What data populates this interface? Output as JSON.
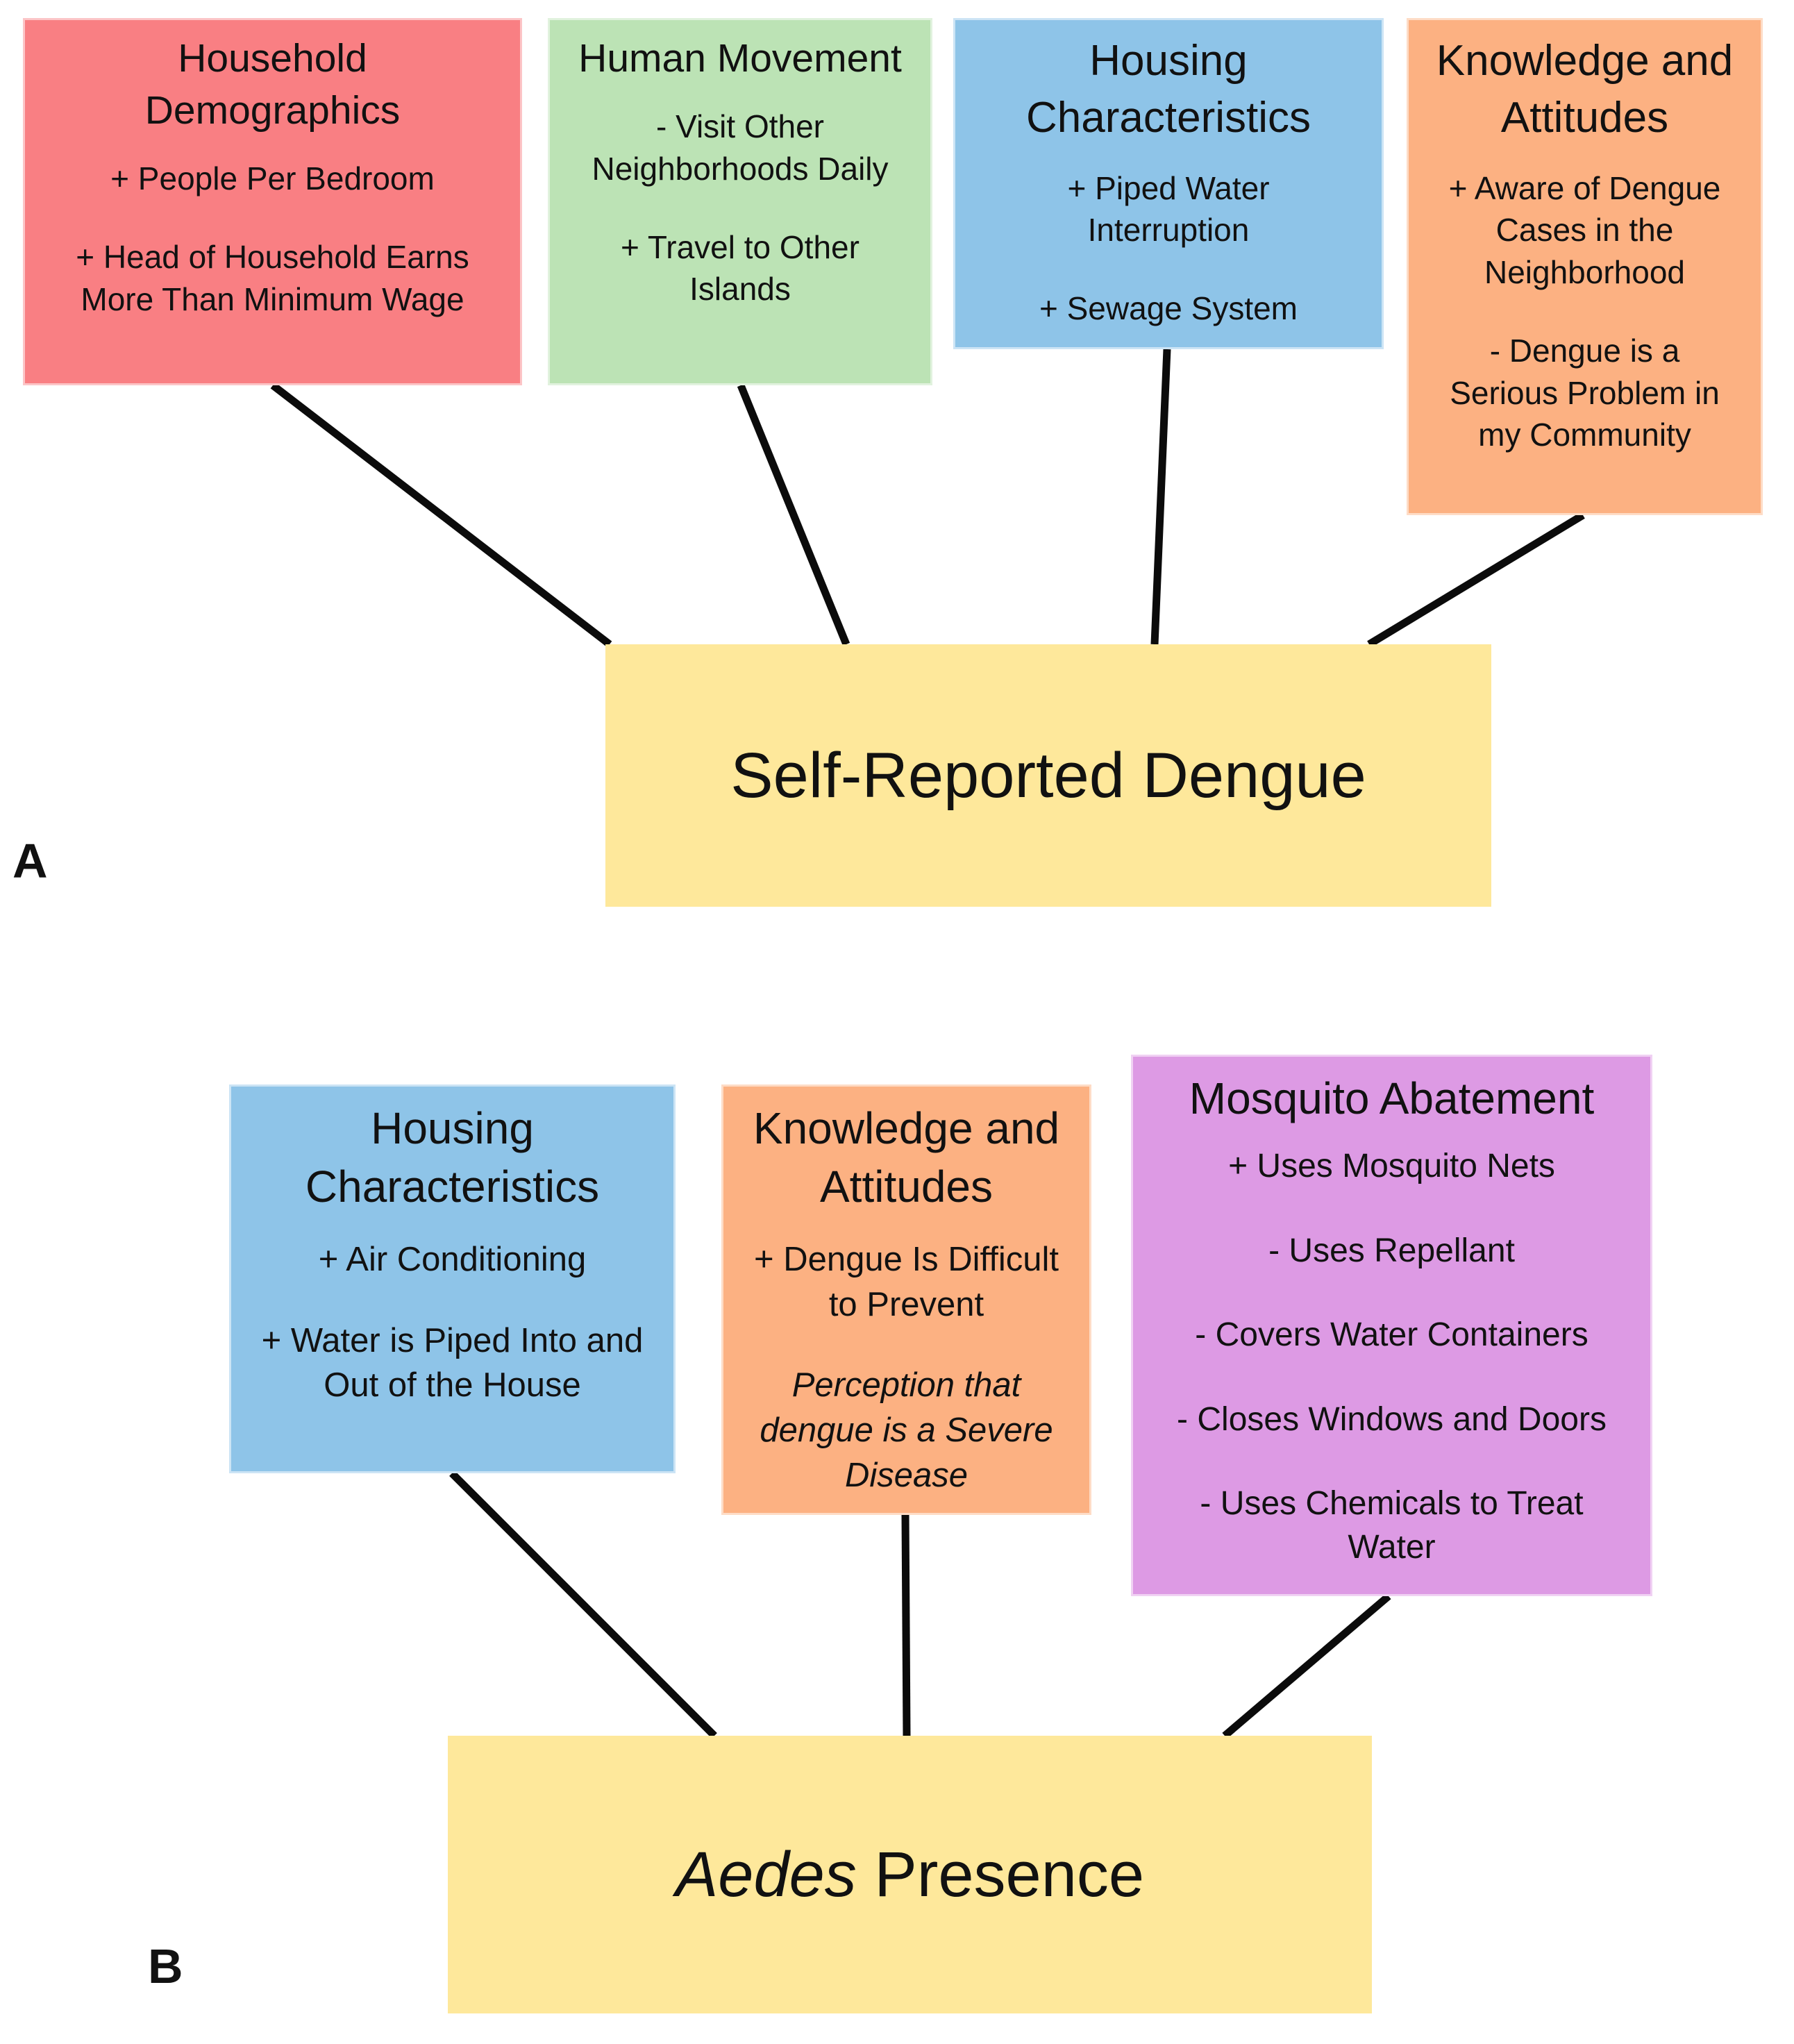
{
  "panel_a": {
    "label": "A",
    "outcome": "Self-Reported Dengue",
    "boxes": [
      {
        "title": "Household\nDemographics",
        "color": "#f97f83",
        "items": [
          "+ People Per Bedroom",
          "+ Head of Household Earns\nMore Than Minimum Wage"
        ]
      },
      {
        "title": "Human Movement",
        "color": "#bce3b5",
        "items": [
          "- Visit Other\nNeighborhoods Daily",
          "+ Travel to Other\nIslands"
        ]
      },
      {
        "title": "Housing\nCharacteristics",
        "color": "#8ec4e8",
        "items": [
          "+ Piped Water\nInterruption",
          "+ Sewage System"
        ]
      },
      {
        "title": "Knowledge and\nAttitudes",
        "color": "#fcb182",
        "items": [
          "+ Aware of Dengue\nCases in the\nNeighborhood",
          "- Dengue is a\nSerious Problem in\nmy Community"
        ]
      }
    ]
  },
  "panel_b": {
    "label": "B",
    "outcome_italic": "Aedes",
    "outcome_rest": " Presence",
    "boxes": [
      {
        "title": "Housing\nCharacteristics",
        "color": "#8ec4e8",
        "items": [
          "+ Air Conditioning",
          "+ Water is Piped Into and\nOut of the House"
        ]
      },
      {
        "title": "Knowledge and\nAttitudes",
        "color": "#fcb182",
        "items": [
          "+ Dengue Is Difficult\nto Prevent",
          "Perception that\ndengue is a Severe\nDisease"
        ]
      },
      {
        "title": "Mosquito Abatement",
        "color": "#dd9ae4",
        "items": [
          "+ Uses Mosquito Nets",
          "- Uses Repellant",
          "- Covers Water Containers",
          "- Closes Windows and Doors",
          "- Uses Chemicals to Treat\nWater"
        ]
      }
    ]
  },
  "colors": {
    "outcome": "#fee89b",
    "connector": "#0b0b0b"
  }
}
